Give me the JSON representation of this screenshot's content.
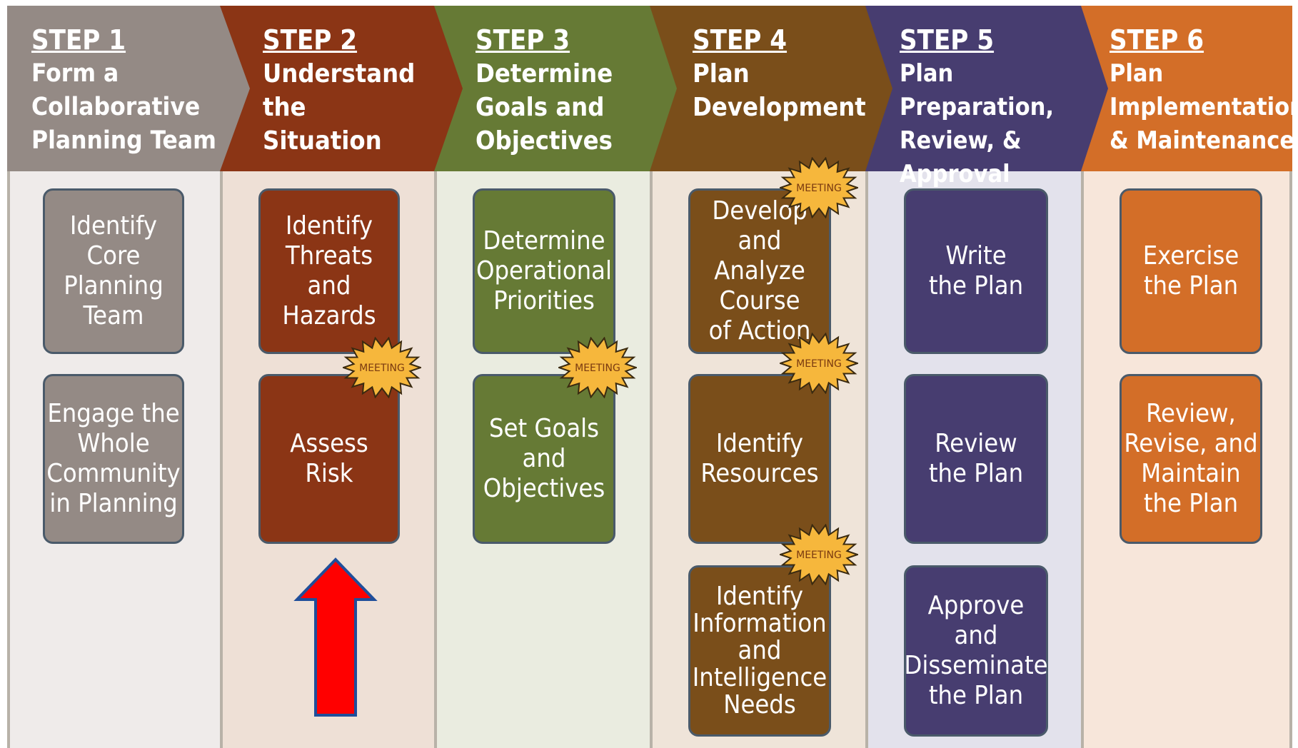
{
  "steps": [
    {
      "label": "STEP 1",
      "title": "Form a\nCollaborative\nPlanning Team",
      "color": "#948a85",
      "bg": "#efebea",
      "boxes": [
        "Identify\nCore\nPlanning\nTeam",
        "Engage the\nWhole\nCommunity\nin Planning"
      ]
    },
    {
      "label": "STEP 2",
      "title": "Understand\nthe\nSituation",
      "color": "#8b3515",
      "bg": "#eee0d6",
      "boxes": [
        "Identify\nThreats\nand\nHazards",
        "Assess\nRisk"
      ]
    },
    {
      "label": "STEP 3",
      "title": "Determine\nGoals and\nObjectives",
      "color": "#667a35",
      "bg": "#eaece0",
      "boxes": [
        "Determine\nOperational\nPriorities",
        "Set Goals\nand\nObjectives"
      ]
    },
    {
      "label": "STEP 4",
      "title": "Plan\nDevelopment",
      "color": "#7a4e1a",
      "bg": "#efe4d9",
      "boxes": [
        "Develop and\nAnalyze\nCourse\nof Action",
        "Identify\nResources",
        "Identify\nInformation\nand\nIntelligence\nNeeds"
      ]
    },
    {
      "label": "STEP 5",
      "title": "Plan Preparation,\nReview, &\nApproval",
      "color": "#473d70",
      "bg": "#e3e2ec",
      "boxes": [
        "Write\nthe Plan",
        "Review\nthe Plan",
        "Approve\nand\nDisseminate\nthe Plan"
      ]
    },
    {
      "label": "STEP 6",
      "title": "Plan\nImplementation\n& Maintenance",
      "color": "#d36e28",
      "bg": "#f7e6da",
      "boxes": [
        "Exercise\nthe Plan",
        "Review,\nRevise, and\nMaintain\nthe Plan"
      ]
    }
  ],
  "meeting_label": "MEETING",
  "colors": {
    "box_border": "#4a5a6a",
    "burst_fill": "#f6b73c",
    "arrow_fill": "#ff0000",
    "arrow_border": "#1f4e9a"
  }
}
